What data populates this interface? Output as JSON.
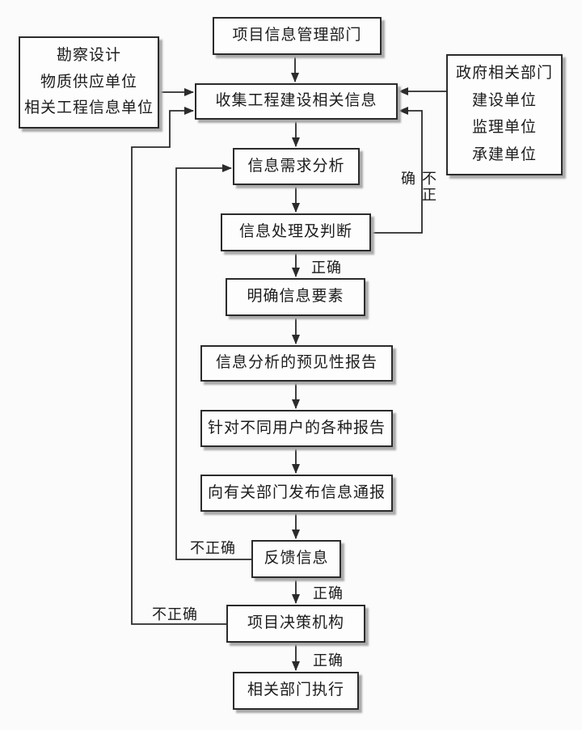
{
  "diagram": {
    "nodes": {
      "top_dept": {
        "label": "项目信息管理部门"
      },
      "left_sources": {
        "lines": [
          "勘察设计",
          "物质供应单位",
          "相关工程信息单位"
        ]
      },
      "collect": {
        "label": "收集工程建设相关信息"
      },
      "right_sources": {
        "lines": [
          "政府相关部门",
          "建设单位",
          "监理单位",
          "承建单位"
        ]
      },
      "demand_analysis": {
        "label": "信息需求分析"
      },
      "process_judge": {
        "label": "信息处理及判断"
      },
      "clarify_elements": {
        "label": "明确信息要素"
      },
      "foresight_report": {
        "label": "信息分析的预见性报告"
      },
      "user_reports": {
        "label": "针对不同用户的各种报告"
      },
      "publish_notice": {
        "label": "向有关部门发布信息通报"
      },
      "feedback": {
        "label": "反馈信息"
      },
      "decision_body": {
        "label": "项目决策机构"
      },
      "execute": {
        "label": "相关部门执行"
      }
    },
    "edge_labels": {
      "process_incorrect": "不正确",
      "process_correct": "正确",
      "feedback_incorrect": "不正确",
      "feedback_correct": "正确",
      "decision_incorrect": "不正确",
      "decision_correct": "正确"
    },
    "colors": {
      "line": "#2b2b2b",
      "box_border": "#2b2b2b",
      "box_fill": "#fdfdfd",
      "shadow": "#aaaaaa",
      "background": "#fbfbfb",
      "text": "#1c1c1c"
    }
  }
}
